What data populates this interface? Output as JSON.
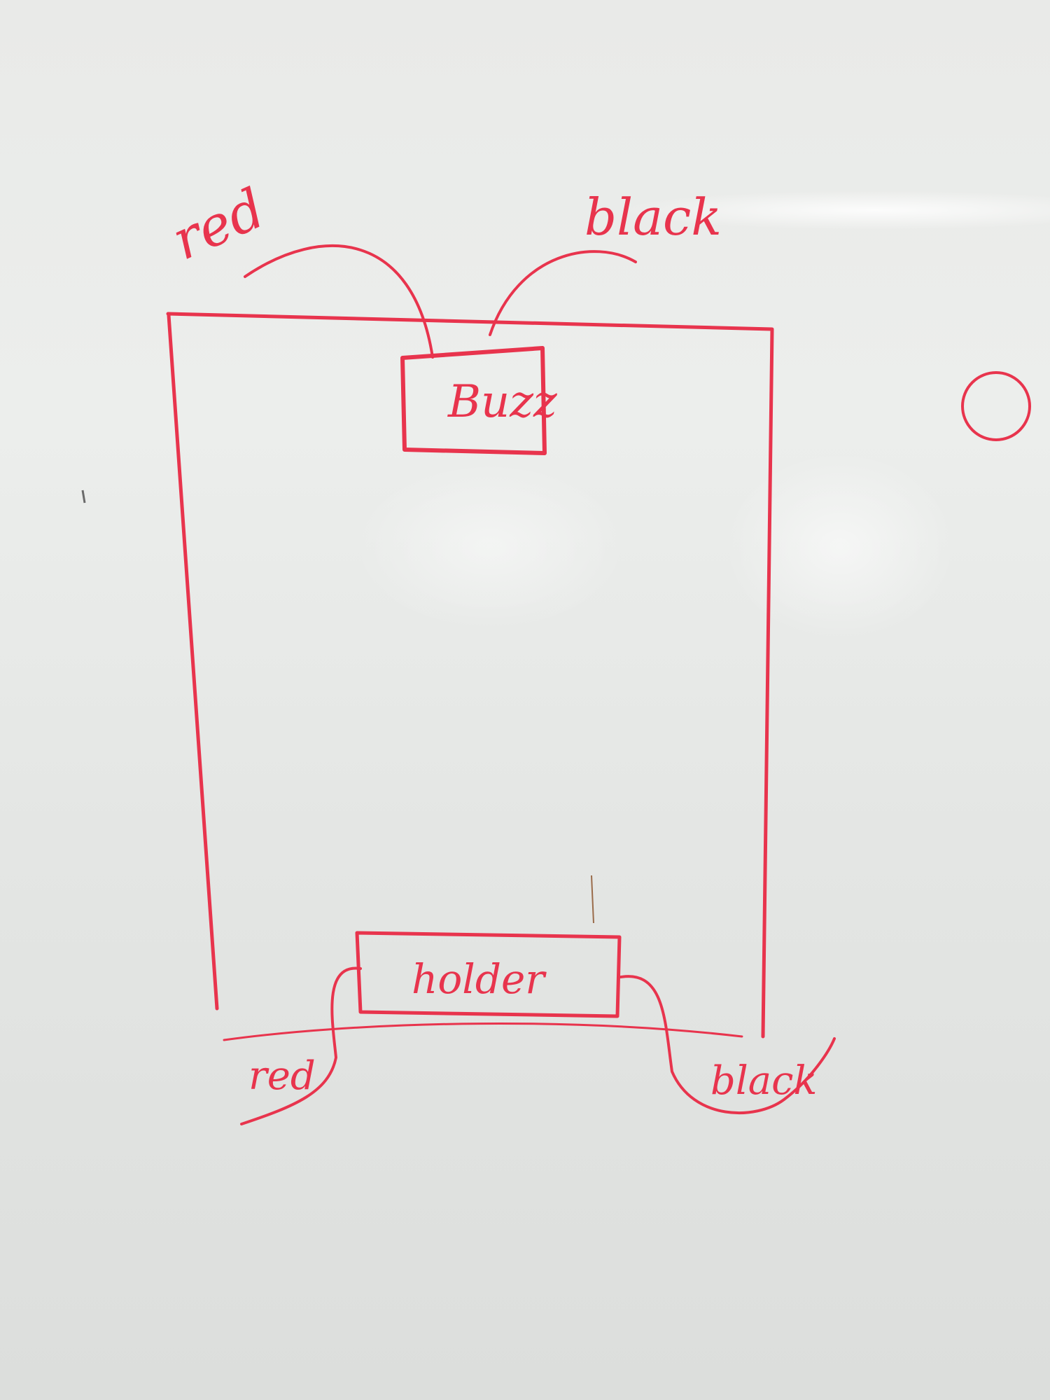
{
  "diagram": {
    "ink_color": "#e8344d",
    "board_color": "#e9eae8",
    "components": {
      "buzzer": {
        "label": "Buzz"
      },
      "battery_holder": {
        "label": "holder"
      }
    },
    "wire_labels": {
      "top_left": "red",
      "top_right": "black",
      "bottom_left": "red",
      "bottom_right": "black"
    }
  }
}
